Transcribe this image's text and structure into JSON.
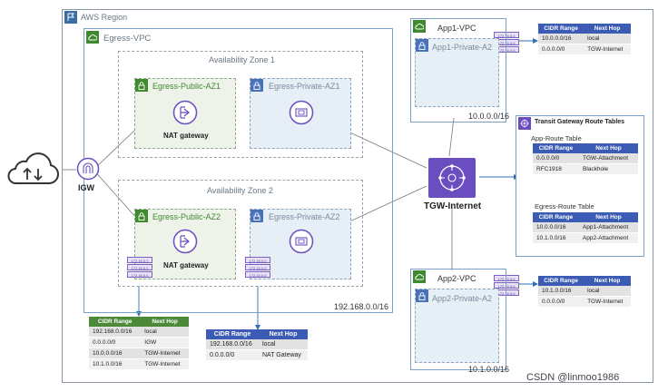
{
  "region": {
    "label": "AWS Region"
  },
  "egress_vpc": {
    "label": "Egress-VPC",
    "cidr": "192.168.0.0/16"
  },
  "az1": {
    "label": "Availability Zone 1"
  },
  "az2": {
    "label": "Availability Zone 2"
  },
  "subnets": {
    "pub_az1": "Egress-Public-AZ1",
    "priv_az1": "Egress-Private-AZ1",
    "pub_az2": "Egress-Public-AZ2",
    "priv_az2": "Egress-Private-AZ2"
  },
  "nat_label": "NAT gateway",
  "igw_label": "IGW",
  "tgw_label": "TGW-Internet",
  "app1": {
    "label": "App1-VPC",
    "subnet": "App1-Private-A2",
    "cidr": "10.0.0.0/16"
  },
  "app2": {
    "label": "App2-VPC",
    "subnet": "App2-Private-A2",
    "cidr": "10.1.0.0/16"
  },
  "tgw_rt": {
    "title": "Transit Gateway Route Tables",
    "app_title": "App-Route Table",
    "egress_title": "Egress-Route Table"
  },
  "col_cidr": "CIDR Range",
  "col_next": "Next Hop",
  "tables": {
    "app1": [
      [
        "10.0.0.0/16",
        "local"
      ],
      [
        "0.0.0.0/0",
        "TGW-Internet"
      ]
    ],
    "app2": [
      [
        "10.1.0.0/16",
        "local"
      ],
      [
        "0.0.0.0/0",
        "TGW-Internet"
      ]
    ],
    "app_rt": [
      [
        "0.0.0.0/0",
        "TGW-Attachment"
      ],
      [
        "RFC1918",
        "Blackhole"
      ]
    ],
    "egress_rt": [
      [
        "10.0.0.0/16",
        "App1-Attachment"
      ],
      [
        "10.1.0.0/16",
        "App2-Attachment"
      ]
    ],
    "public": [
      [
        "192.168.0.0/16",
        "local"
      ],
      [
        "0.0.0.0/0",
        "IGW"
      ],
      [
        "10.0.0.0/16",
        "TGW-Internet"
      ],
      [
        "10.1.0.0/16",
        "TGW-Internet"
      ]
    ],
    "private": [
      [
        "192.168.0.0/16",
        "local"
      ],
      [
        "0.0.0.0/0",
        "NAT Gateway"
      ]
    ]
  },
  "eni_label": "172.16.0.0",
  "watermark": "CSDN @linmoo1986",
  "colors": {
    "tgw": "#6a4ec0",
    "lock_green": "#3f8a2e",
    "lock_blue": "#4a72b8",
    "table_header": "#3b5bb5"
  }
}
